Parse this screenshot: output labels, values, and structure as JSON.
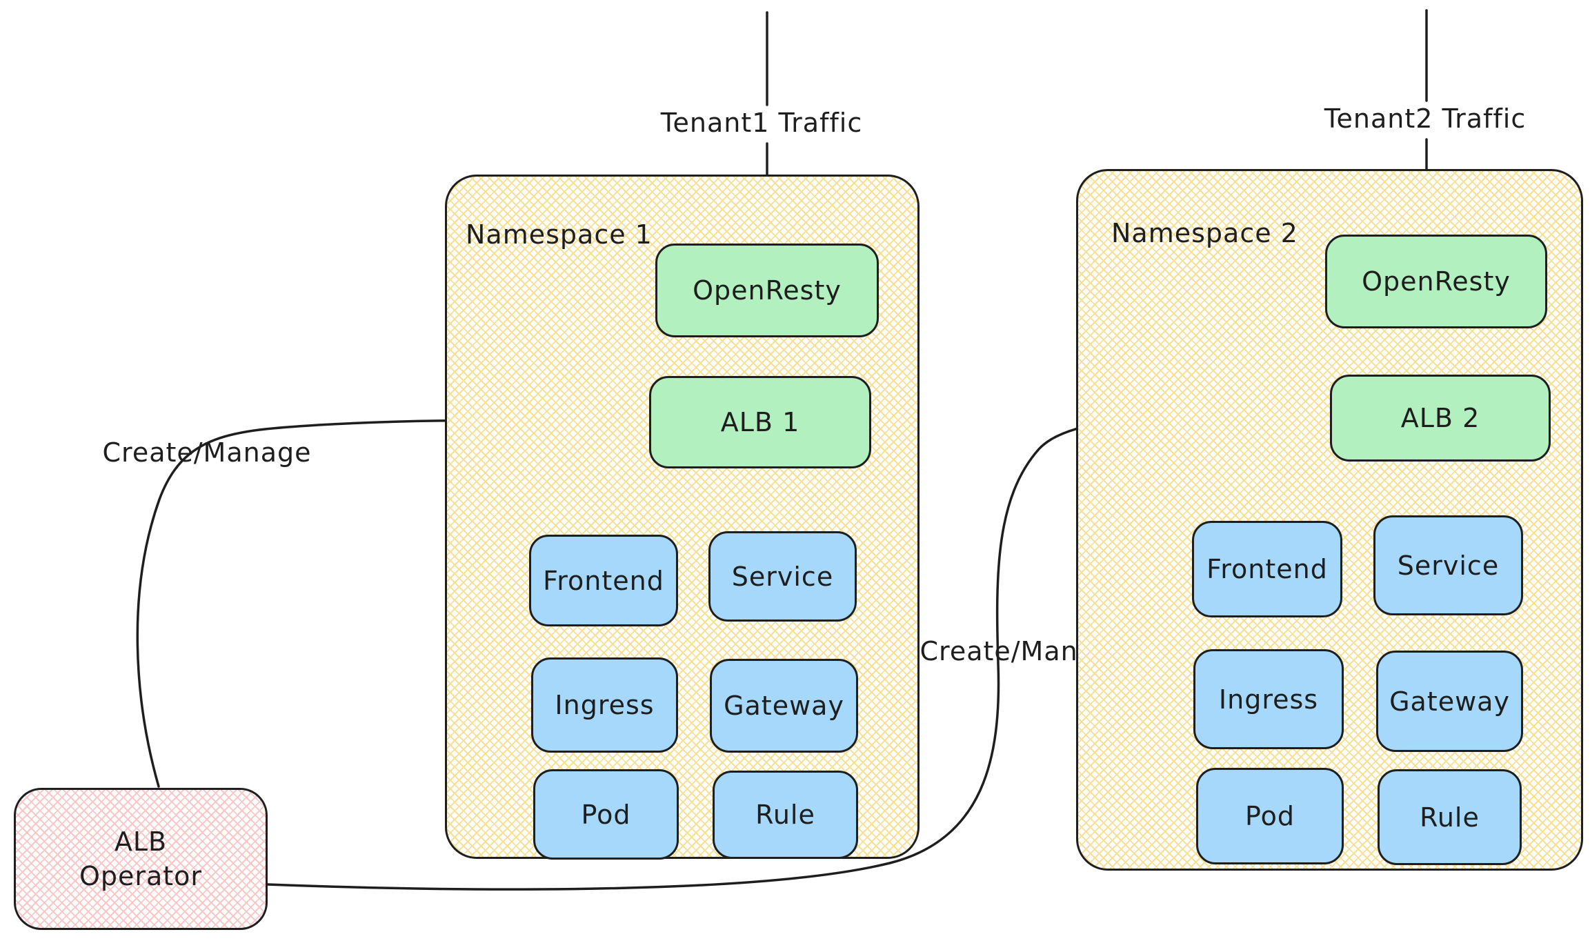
{
  "diagram": {
    "type": "kubernetes-multi-tenant-alb-architecture",
    "external_labels": {
      "tenant1_traffic": "Tenant1 Traffic",
      "tenant2_traffic": "Tenant2 Traffic",
      "create_manage_left": "Create/Manage",
      "create_manage_right": "Create/Manage"
    },
    "operator": {
      "line1": "ALB",
      "line2": "Operator"
    },
    "namespaces": [
      {
        "title": "Namespace 1",
        "proxy": "OpenResty",
        "alb": "ALB 1",
        "resources": [
          "Frontend",
          "Service",
          "Ingress",
          "Gateway",
          "Pod",
          "Rule"
        ]
      },
      {
        "title": "Namespace 2",
        "proxy": "OpenResty",
        "alb": "ALB 2",
        "resources": [
          "Frontend",
          "Service",
          "Ingress",
          "Gateway",
          "Pod",
          "Rule"
        ]
      }
    ],
    "connections": [
      {
        "from": "tenant1",
        "to": "openresty-1",
        "label": "Tenant1 Traffic"
      },
      {
        "from": "tenant2",
        "to": "openresty-2",
        "label": "Tenant2 Traffic"
      },
      {
        "from": "alb-1",
        "to": "openresty-1",
        "label": ""
      },
      {
        "from": "alb-2",
        "to": "openresty-2",
        "label": ""
      },
      {
        "from": "alb-operator",
        "to": "alb-1",
        "label": "Create/Manage"
      },
      {
        "from": "alb-operator",
        "to": "alb-2",
        "label": "Create/Manage"
      }
    ],
    "colors": {
      "stroke": "#1e1e1e",
      "green_fill": "#b2f0bf",
      "blue_fill": "#a5d8fa",
      "yellow_hatch": "#f6e096",
      "pink_hatch": "#fac7c7",
      "background": "#ffffff"
    }
  }
}
